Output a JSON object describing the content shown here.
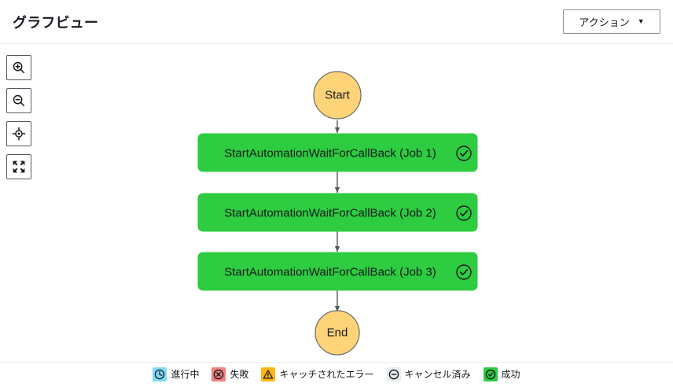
{
  "header": {
    "title": "グラフビュー",
    "action_button": {
      "label": "アクション",
      "caret": "▼"
    }
  },
  "controls": [
    {
      "name": "zoom-in-icon",
      "tip": "ズームイン"
    },
    {
      "name": "zoom-out-icon",
      "tip": "ズームアウト"
    },
    {
      "name": "center-icon",
      "tip": "中央に戻す"
    },
    {
      "name": "fullscreen-icon",
      "tip": "全画面表示"
    }
  ],
  "graph": {
    "nodes": [
      {
        "id": "start",
        "label": "Start",
        "shape": "circle",
        "status": "terminal",
        "color": "#FFD479"
      },
      {
        "id": "job1",
        "label": "StartAutomationWaitForCallBack (Job 1)",
        "shape": "rect",
        "status": "succeeded",
        "color": "#2ECC40"
      },
      {
        "id": "job2",
        "label": "StartAutomationWaitForCallBack (Job 2)",
        "shape": "rect",
        "status": "succeeded",
        "color": "#2ECC40"
      },
      {
        "id": "job3",
        "label": "StartAutomationWaitForCallBack (Job 3)",
        "shape": "rect",
        "status": "succeeded",
        "color": "#2ECC40"
      },
      {
        "id": "end",
        "label": "End",
        "shape": "circle",
        "status": "terminal",
        "color": "#FFD479"
      }
    ],
    "edges": [
      {
        "from": "start",
        "to": "job1"
      },
      {
        "from": "job1",
        "to": "job2"
      },
      {
        "from": "job2",
        "to": "job3"
      },
      {
        "from": "job3",
        "to": "end"
      }
    ],
    "edge_color": "#545b64"
  },
  "legend": {
    "items": [
      {
        "label": "進行中",
        "icon": "clock-icon",
        "bg": "#7FDBF5",
        "fg": "#16191f"
      },
      {
        "label": "失敗",
        "icon": "x-circle-icon",
        "bg": "#F08080",
        "fg": "#16191f"
      },
      {
        "label": "キャッチされたエラー",
        "icon": "warning-icon",
        "bg": "#FFB516",
        "fg": "#16191f"
      },
      {
        "label": "キャンセル済み",
        "icon": "minus-circle-icon",
        "bg": "#EAEDED",
        "fg": "#16191f"
      },
      {
        "label": "成功",
        "icon": "check-circle-icon",
        "bg": "#2ECC40",
        "fg": "#16191f"
      }
    ]
  }
}
